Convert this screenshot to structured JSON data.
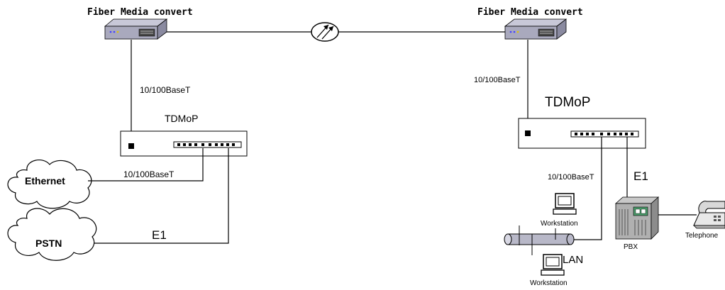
{
  "left_site": {
    "media_converter_label": "Fiber Media convert",
    "link_to_tdmop_label": "10/100BaseT",
    "tdmop_label": "TDMoP",
    "ethernet_link_label": "10/100BaseT",
    "e1_link_label": "E1",
    "ethernet_cloud_label": "Ethernet",
    "pstn_cloud_label": "PSTN"
  },
  "right_site": {
    "media_converter_label": "Fiber Media convert",
    "link_to_tdmop_label": "10/100BaseT",
    "tdmop_label": "TDMoP",
    "lan_link_label": "10/100BaseT",
    "e1_link_label": "E1",
    "workstation_top_label": "Workstation",
    "workstation_bottom_label": "Workstation",
    "lan_label": "LAN",
    "pbx_label": "PBX",
    "telephone_label": "Telephone"
  }
}
